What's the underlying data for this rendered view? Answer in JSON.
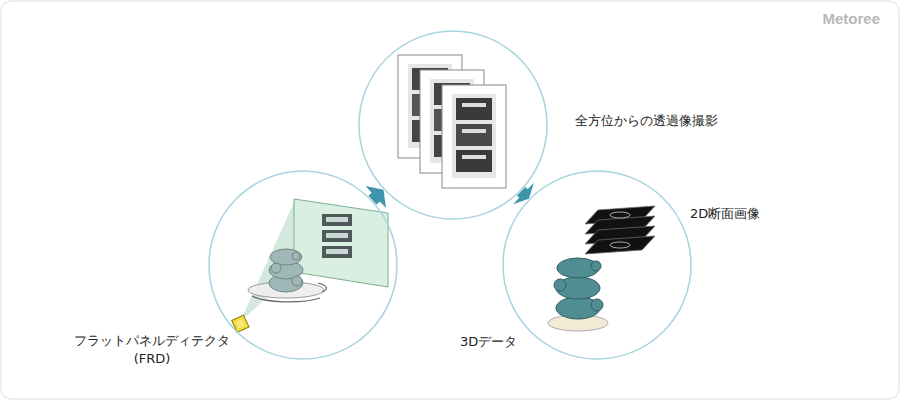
{
  "diagram": {
    "nodes": [
      {
        "text": [
          "フラットパネルディテクタ (FRD)"
        ]
      },
      {
        "text": [
          "全方位からの透過像撮影"
        ]
      },
      {
        "text": [
          "2D断面画像",
          "3Dデータ"
        ]
      }
    ],
    "edges": [
      {
        "from": 0,
        "to": 1,
        "arrow": "to"
      },
      {
        "from": 1,
        "to": 2,
        "arrow": "to"
      }
    ],
    "labels": [
      "Metoree"
    ]
  }
}
